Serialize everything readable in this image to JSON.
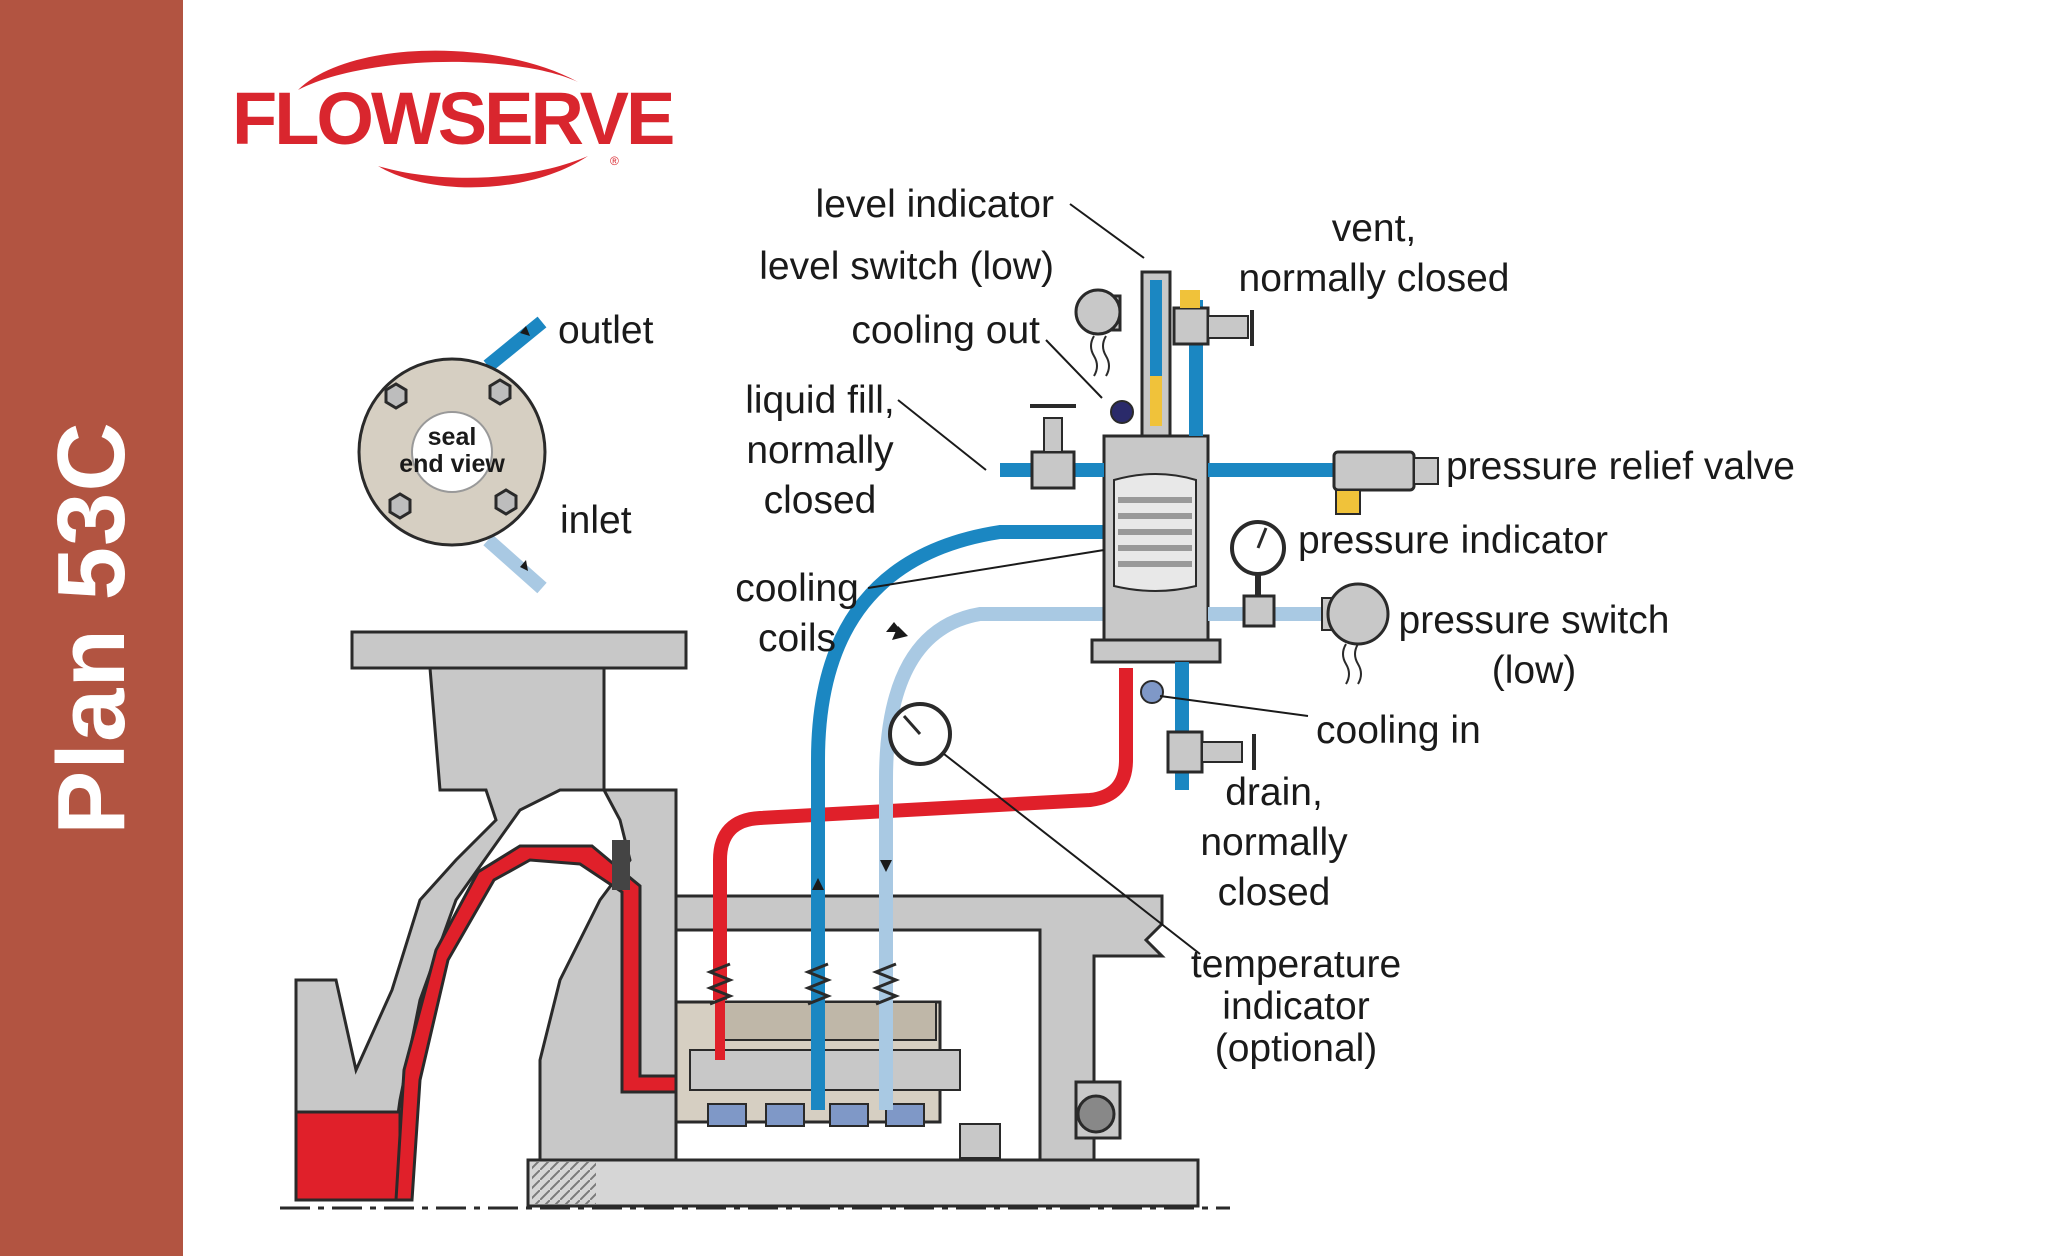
{
  "sidebar": {
    "title": "Plan 53C",
    "color": "#b25441"
  },
  "logo": {
    "text": "FLOWSERVE",
    "registered": "®",
    "color": "#d9262e"
  },
  "colors": {
    "process_red": "#e0202a",
    "cooling_blue": "#1b87c2",
    "light_blue": "#a9c9e3",
    "steel_gray": "#c8c8c8",
    "outline": "#2a2a2a",
    "seal_face_blue": "#7f98c7",
    "level_yellow": "#f0c23a"
  },
  "seal_view": {
    "title": "seal",
    "subtitle": "end view",
    "outlet": "outlet",
    "inlet": "inlet"
  },
  "labels": {
    "level_indicator": "level indicator",
    "level_switch": "level switch (low)",
    "cooling_out": "cooling out",
    "liquid_fill": [
      "liquid fill,",
      "normally",
      "closed"
    ],
    "vent": [
      "vent,",
      "normally closed"
    ],
    "pressure_relief_valve": "pressure relief valve",
    "pressure_indicator": "pressure indicator",
    "pressure_switch": [
      "pressure switch",
      "(low)"
    ],
    "cooling_coils": [
      "cooling",
      "coils"
    ],
    "cooling_in": "cooling in",
    "drain": [
      "drain,",
      "normally",
      "closed"
    ],
    "temperature_indicator": [
      "temperature",
      "indicator",
      "(optional)"
    ]
  }
}
